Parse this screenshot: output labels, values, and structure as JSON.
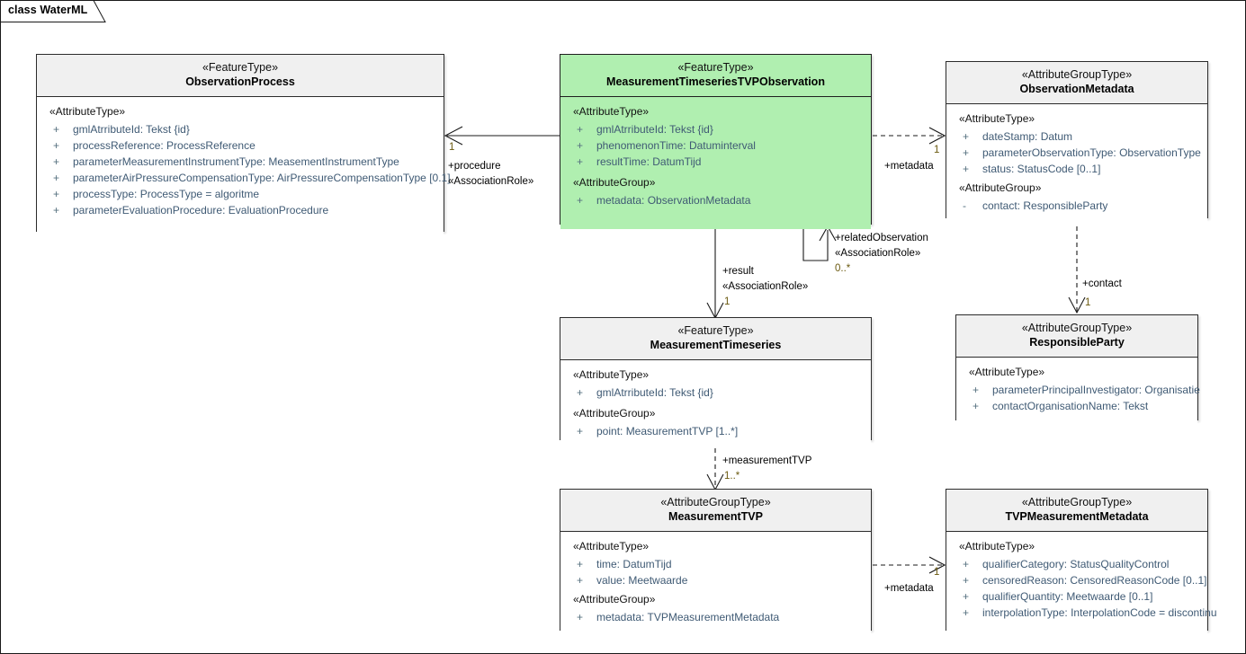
{
  "diagram": {
    "frame_label": "class WaterML",
    "colors": {
      "highlight": "#b0efb0",
      "header": "#f0f0f0",
      "attribute_text": "#3f5a74",
      "border": "#2b2b2b"
    }
  },
  "classes": [
    {
      "id": "observation-process",
      "stereotype": "«FeatureType»",
      "name": "ObservationProcess",
      "highlight": false,
      "sections": [
        {
          "group": "«AttributeType»",
          "attributes": [
            {
              "vis": "+",
              "text": "gmlAtrributeId: Tekst {id}"
            },
            {
              "vis": "+",
              "text": "processReference: ProcessReference"
            },
            {
              "vis": "+",
              "text": "parameterMeasurementInstrumentType: MeasementInstrumentType"
            },
            {
              "vis": "+",
              "text": "parameterAirPressureCompensationType: AirPressureCompensationType [0.1]"
            },
            {
              "vis": "+",
              "text": "processType: ProcessType = algoritme"
            },
            {
              "vis": "+",
              "text": "parameterEvaluationProcedure: EvaluationProcedure"
            }
          ]
        }
      ]
    },
    {
      "id": "measurement-timeseries-tvp-observation",
      "stereotype": "«FeatureType»",
      "name": "MeasurementTimeseriesTVPObservation",
      "highlight": true,
      "sections": [
        {
          "group": "«AttributeType»",
          "attributes": [
            {
              "vis": "+",
              "text": "gmlAtrributeId: Tekst {id}"
            },
            {
              "vis": "+",
              "text": "phenomenonTime: Datuminterval"
            },
            {
              "vis": "+",
              "text": "resultTime: DatumTijd"
            }
          ]
        },
        {
          "group": "«AttributeGroup»",
          "attributes": [
            {
              "vis": "+",
              "text": "metadata: ObservationMetadata"
            }
          ]
        }
      ]
    },
    {
      "id": "observation-metadata",
      "stereotype": "«AttributeGroupType»",
      "name": "ObservationMetadata",
      "highlight": false,
      "sections": [
        {
          "group": "«AttributeType»",
          "attributes": [
            {
              "vis": "+",
              "text": "dateStamp: Datum"
            },
            {
              "vis": "+",
              "text": "parameterObservationType: ObservationType"
            },
            {
              "vis": "+",
              "text": "status: StatusCode [0..1]"
            }
          ]
        },
        {
          "group": "«AttributeGroup»",
          "attributes": [
            {
              "vis": "-",
              "text": "contact: ResponsibleParty"
            }
          ]
        }
      ]
    },
    {
      "id": "measurement-timeseries",
      "stereotype": "«FeatureType»",
      "name": "MeasurementTimeseries",
      "highlight": false,
      "sections": [
        {
          "group": "«AttributeType»",
          "attributes": [
            {
              "vis": "+",
              "text": "gmlAtrributeId: Tekst {id}"
            }
          ]
        },
        {
          "group": "«AttributeGroup»",
          "attributes": [
            {
              "vis": "+",
              "text": "point: MeasurementTVP [1..*]"
            }
          ]
        }
      ]
    },
    {
      "id": "responsible-party",
      "stereotype": "«AttributeGroupType»",
      "name": "ResponsibleParty",
      "highlight": false,
      "sections": [
        {
          "group": "«AttributeType»",
          "attributes": [
            {
              "vis": "+",
              "text": "parameterPrincipalInvestigator: Organisatie"
            },
            {
              "vis": "+",
              "text": "contactOrganisationName: Tekst"
            }
          ]
        }
      ]
    },
    {
      "id": "measurement-tvp",
      "stereotype": "«AttributeGroupType»",
      "name": "MeasurementTVP",
      "highlight": false,
      "sections": [
        {
          "group": "«AttributeType»",
          "attributes": [
            {
              "vis": "+",
              "text": "time: DatumTijd"
            },
            {
              "vis": "+",
              "text": "value: Meetwaarde"
            }
          ]
        },
        {
          "group": "«AttributeGroup»",
          "attributes": [
            {
              "vis": "+",
              "text": "metadata: TVPMeasurementMetadata"
            }
          ]
        }
      ]
    },
    {
      "id": "tvp-measurement-metadata",
      "stereotype": "«AttributeGroupType»",
      "name": "TVPMeasurementMetadata",
      "highlight": false,
      "sections": [
        {
          "group": "«AttributeType»",
          "attributes": [
            {
              "vis": "+",
              "text": "qualifierCategory: StatusQualityControl"
            },
            {
              "vis": "+",
              "text": "censoredReason: CensoredReasonCode [0..1]"
            },
            {
              "vis": "+",
              "text": "qualifierQuantity: Meetwaarde [0..1]"
            },
            {
              "vis": "+",
              "text": "interpolationType: InterpolationCode = discontinu"
            }
          ]
        }
      ]
    }
  ],
  "connectors": {
    "procedure": {
      "mult": "1",
      "role": "+procedure",
      "stereotype": "«AssociationRole»"
    },
    "metadata_observation": {
      "mult": "1",
      "role": "+metadata"
    },
    "related_observation": {
      "role": "+relatedObservation",
      "stereotype": "«AssociationRole»",
      "mult": "0..*"
    },
    "result": {
      "role": "+result",
      "stereotype": "«AssociationRole»",
      "mult": "1"
    },
    "contact": {
      "role": "+contact",
      "mult": "1"
    },
    "measurement_tvp": {
      "role": "+measurementTVP",
      "mult": "1..*"
    },
    "metadata_tvp": {
      "mult": "1",
      "role": "+metadata"
    }
  }
}
